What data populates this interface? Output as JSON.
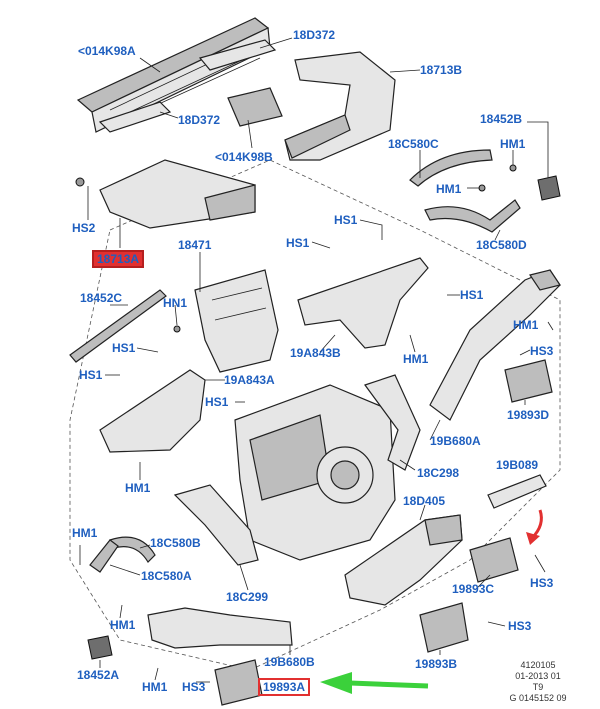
{
  "labels": {
    "l_014k98a": "<014K98A",
    "l_18d372_top": "18D372",
    "l_18713b": "18713B",
    "l_18d372_mid": "18D372",
    "l_014k98b": "<014K98B",
    "l_18452b": "18452B",
    "l_18c580c": "18C580C",
    "l_hm1_a": "HM1",
    "l_hm1_b": "HM1",
    "l_hs2": "HS2",
    "l_18713a": "18713A",
    "l_18471": "18471",
    "l_hs1_a": "HS1",
    "l_hs1_b": "HS1",
    "l_18c580d": "18C580D",
    "l_18452c": "18452C",
    "l_hn1": "HN1",
    "l_hs1_c": "HS1",
    "l_hm1_c": "HM1",
    "l_19a843b": "19A843B",
    "l_hs1_d": "HS1",
    "l_hm1_d": "HM1",
    "l_hs3_a": "HS3",
    "l_hs1_e": "HS1",
    "l_19a843a": "19A843A",
    "l_hs1_f": "HS1",
    "l_19893d": "19893D",
    "l_19b680a": "19B680A",
    "l_18c298": "18C298",
    "l_hm1_e": "HM1",
    "l_19b089": "19B089",
    "l_18d405": "18D405",
    "l_hm1_f": "HM1",
    "l_18c580b": "18C580B",
    "l_18c580a": "18C580A",
    "l_18c299": "18C299",
    "l_19893c": "19893C",
    "l_hs3_b": "HS3",
    "l_hm1_g": "HM1",
    "l_hs3_c": "HS3",
    "l_19893b": "19893B",
    "l_18452a": "18452A",
    "l_19b680b": "19B680B",
    "l_hm1_h": "HM1",
    "l_hs3_d": "HS3",
    "l_19893a": "19893A"
  },
  "reference": {
    "line1": "4120105",
    "line2": "01-2013 01",
    "line3": "T9",
    "line4": "G 0145152 09"
  },
  "colors": {
    "label_blue": "#1f5fbf",
    "highlight_red": "#e23030",
    "arrow_green": "#3bd13b",
    "arrow_red": "#e23030"
  }
}
